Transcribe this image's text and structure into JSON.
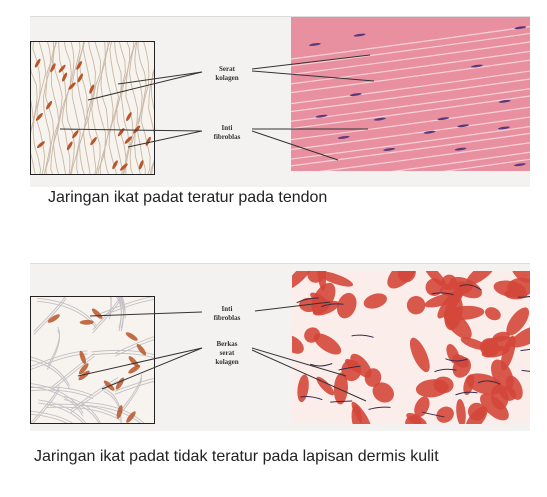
{
  "panel_top": {
    "labels": [
      {
        "line1": "Serat",
        "line2": "kolagen"
      },
      {
        "line1": "Inti",
        "line2": "fibroblas"
      }
    ],
    "caption": "Jaringan ikat padat teratur pada tendon"
  },
  "panel_bottom": {
    "labels": [
      {
        "line1": "Inti",
        "line2": "fibroblas"
      },
      {
        "line1": "Berkas",
        "line2": "serat",
        "line3": "kolagen"
      }
    ],
    "caption": "Jaringan ikat padat tidak teratur pada lapisan dermis kulit"
  },
  "colors": {
    "regular_tissue": "#e890a0",
    "irregular_tissue": "#d4473a",
    "nucleus": "#b8552a"
  }
}
